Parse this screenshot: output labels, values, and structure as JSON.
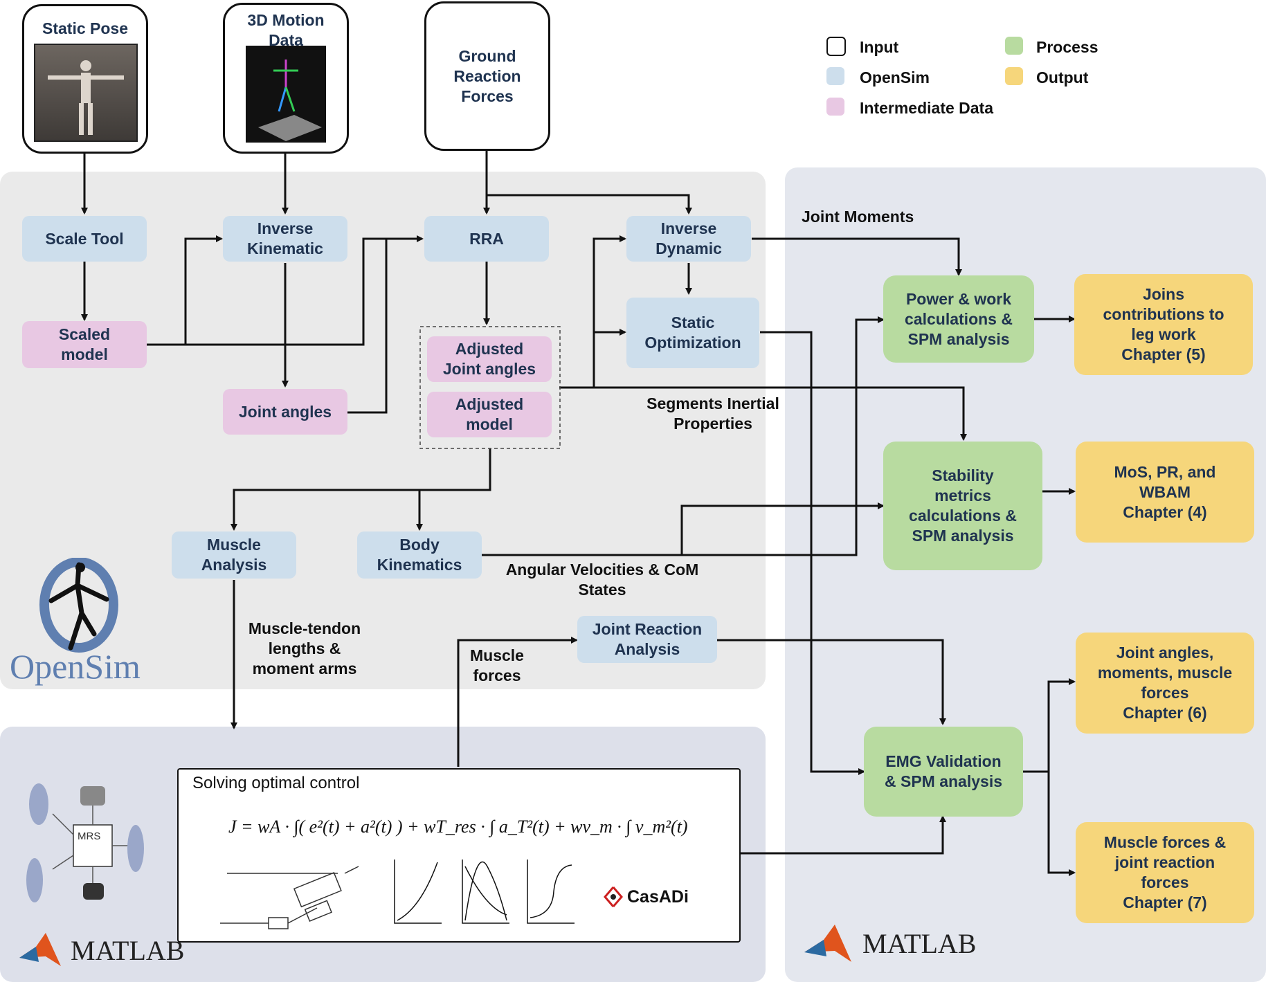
{
  "colors": {
    "input": "#ffffff",
    "opensim": "#cddeec",
    "intermediate": "#e8c8e3",
    "process": "#b8dba0",
    "output": "#f6d67b",
    "panel_opensim": "#eaeaea",
    "panel_matlab": "#dde0ea",
    "panel_right": "#e4e7ee"
  },
  "legend": {
    "input": "Input",
    "opensim": "OpenSim",
    "intermediate": "Intermediate Data",
    "process": "Process",
    "output": "Output"
  },
  "inputs": {
    "static_pose": "Static Pose",
    "motion_data": "3D Motion\nData",
    "grf": "Ground\nReaction\nForces"
  },
  "opensim_nodes": {
    "scale_tool": "Scale Tool",
    "inverse_kinematic": "Inverse\nKinematic",
    "rra": "RRA",
    "inverse_dynamic": "Inverse\nDynamic",
    "static_optimization": "Static\nOptimization",
    "muscle_analysis": "Muscle\nAnalysis",
    "body_kinematics": "Body\nKinematics",
    "joint_reaction": "Joint Reaction\nAnalysis"
  },
  "intermediate_nodes": {
    "scaled_model": "Scaled\nmodel",
    "joint_angles": "Joint angles",
    "adjusted_joint_angles": "Adjusted\nJoint angles",
    "adjusted_model": "Adjusted\nmodel"
  },
  "process_nodes": {
    "power_work": "Power & work\ncalculations &\nSPM analysis",
    "stability": "Stability\nmetrics\ncalculations &\nSPM analysis",
    "emg": "EMG Validation\n& SPM analysis"
  },
  "output_nodes": {
    "ch5": "Joins\ncontributions to\nleg work\nChapter (5)",
    "ch4": "MoS, PR, and\nWBAM\nChapter (4)",
    "ch6": "Joint angles,\nmoments, muscle\nforces\nChapter (6)",
    "ch7": "Muscle forces &\njoint reaction\nforces\nChapter (7)"
  },
  "edge_labels": {
    "joint_moments": "Joint Moments",
    "segments_inertial": "Segments Inertial\nProperties",
    "angular_vel": "Angular Velocities  & CoM\nStates",
    "muscle_tendon": "Muscle-tendon\nlengths &\nmoment arms",
    "muscle_forces": "Muscle\nforces"
  },
  "ocp": {
    "title": "Solving optimal control",
    "equation": "J = wA · ∫( e²(t) + a²(t) ) + wT_res · ∫ a_T²(t) + wv_m · ∫ v_m²(t)",
    "casadi": "CasADi",
    "mrs_label": "MRS"
  },
  "logos": {
    "opensim": "OpenSim",
    "matlab_left": "MATLAB",
    "matlab_right": "MATLAB"
  },
  "icons": [
    "opensim-logo-icon",
    "matlab-logo-icon",
    "casadi-logo-icon"
  ]
}
